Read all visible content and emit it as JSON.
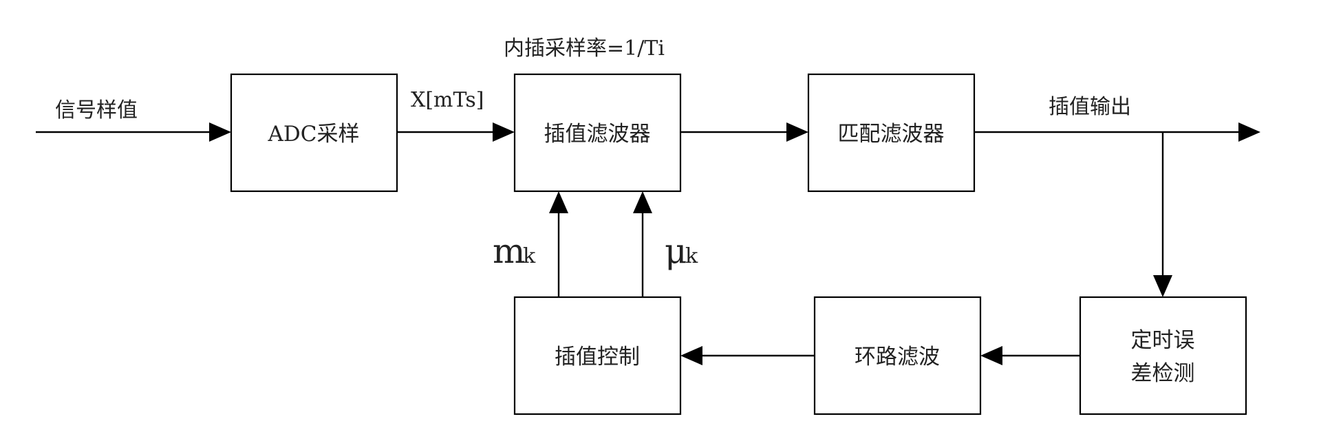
{
  "blocks": {
    "adc": "ADC采样",
    "interp_filter": "插值滤波器",
    "matched_filter": "匹配滤波器",
    "timing_detect_line1": "定时误",
    "timing_detect_line2": "差检测",
    "loop_filter": "环路滤波",
    "interp_control": "插值控制"
  },
  "labels": {
    "input": "信号样值",
    "adc_output": "X[mTs]",
    "interp_rate": "内插采样率=1/Ti",
    "output": "插值输出",
    "m_symbol": "m",
    "m_subscript": "k",
    "mu_symbol": "μ",
    "mu_subscript": "k"
  },
  "colors": {
    "stroke": "#000000",
    "text": "#222222",
    "background": "#ffffff"
  }
}
